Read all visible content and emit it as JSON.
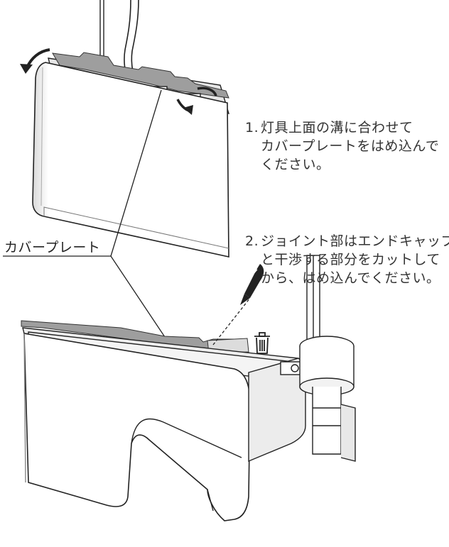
{
  "callout": {
    "label": "カバープレート"
  },
  "steps": [
    {
      "number": "1.",
      "lines": [
        "灯具上面の溝に合わせて",
        "カバープレートをはめ込んで",
        "ください。"
      ]
    },
    {
      "number": "2.",
      "lines": [
        "ジョイント部はエンドキャップ",
        "と干渉する部分をカットして",
        "から、はめ込んでください。"
      ]
    }
  ],
  "icons": [
    "curved-arrow-left-icon",
    "curved-arrow-right-icon",
    "cutter-knife-icon",
    "trash-can-icon"
  ],
  "colors": {
    "stroke": "#222222",
    "plate": "#9e9e9e",
    "face": "#ffffff",
    "shade": "#d6d6d6"
  }
}
